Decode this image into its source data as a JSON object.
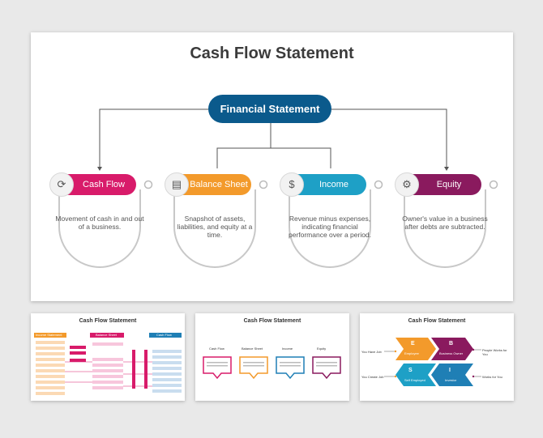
{
  "main_slide": {
    "title": "Cash Flow Statement",
    "root": "Financial Statement",
    "cards": [
      {
        "label": "Cash Flow",
        "color": "#d81b6a",
        "icon": "dollar-cycle-icon",
        "description": "Movement of cash in and out of a business."
      },
      {
        "label": "Balance Sheet",
        "color": "#f39a2b",
        "icon": "ledger-icon",
        "description": "Snapshot of assets, liabilities, and equity at a time."
      },
      {
        "label": "Income",
        "color": "#1ea0c6",
        "icon": "hand-coin-icon",
        "description": "Revenue minus expenses, indicating financial performance over a period."
      },
      {
        "label": "Equity",
        "color": "#8a1a5e",
        "icon": "gear-people-icon",
        "description": "Owner's value in a business after debts are subtracted."
      }
    ]
  },
  "thumbnails": [
    {
      "title": "Cash Flow Statement",
      "columns": [
        "Income Statement",
        "Balance Sheet",
        "Cash Flow"
      ]
    },
    {
      "title": "Cash Flow Statement",
      "cards": [
        "Cash Flow",
        "Balance Sheet",
        "Income",
        "Equity"
      ]
    },
    {
      "title": "Cash Flow Statement",
      "quadrants": [
        {
          "letter": "E",
          "label": "Employee"
        },
        {
          "letter": "B",
          "label": "Business Owner"
        },
        {
          "letter": "S",
          "label": "Self Employed"
        },
        {
          "letter": "I",
          "label": "Investor"
        }
      ],
      "side_labels": [
        "You Have Job",
        "People Works for You",
        "You Create Job",
        "Works for You"
      ]
    }
  ]
}
